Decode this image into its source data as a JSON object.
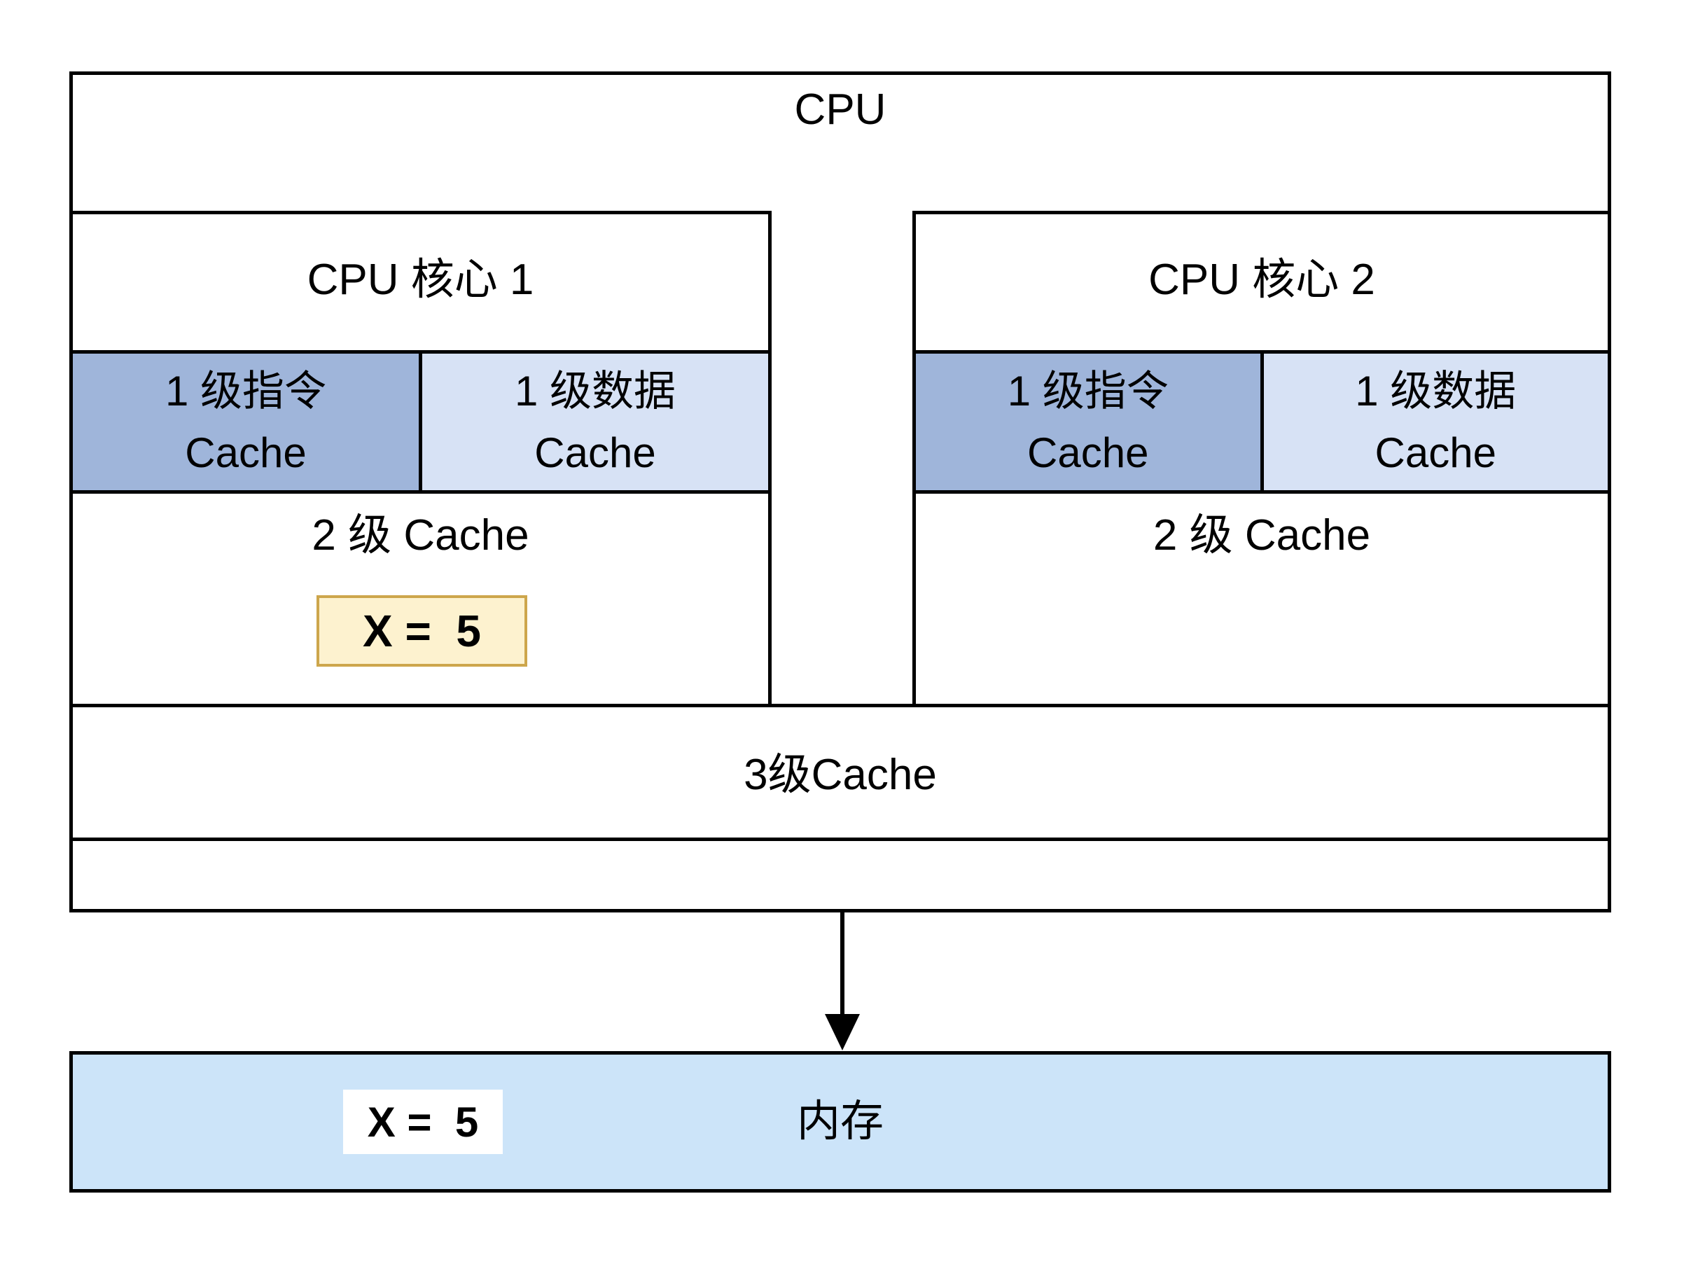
{
  "diagram": {
    "cpu_label": "CPU",
    "cores": [
      {
        "title": "CPU 核心 1",
        "l1_instruction_line1": "1 级指令",
        "l1_instruction_line2": "Cache",
        "l1_data_line1": "1 级数据",
        "l1_data_line2": "Cache",
        "l2_label": "2 级 Cache",
        "cached_value": "X =  5"
      },
      {
        "title": "CPU 核心 2",
        "l1_instruction_line1": "1 级指令",
        "l1_instruction_line2": "Cache",
        "l1_data_line1": "1 级数据",
        "l1_data_line2": "Cache",
        "l2_label": "2 级 Cache"
      }
    ],
    "l3_label": "3级Cache",
    "memory": {
      "label": "内存",
      "stored_value": "X =  5"
    }
  },
  "colors": {
    "l1_instruction_bg": "#9fb5da",
    "l1_data_bg": "#d7e2f5",
    "memory_bg": "#cce4f9",
    "highlight_bg": "#fdf2cf",
    "highlight_border": "#cda64c",
    "line": "#000000"
  }
}
